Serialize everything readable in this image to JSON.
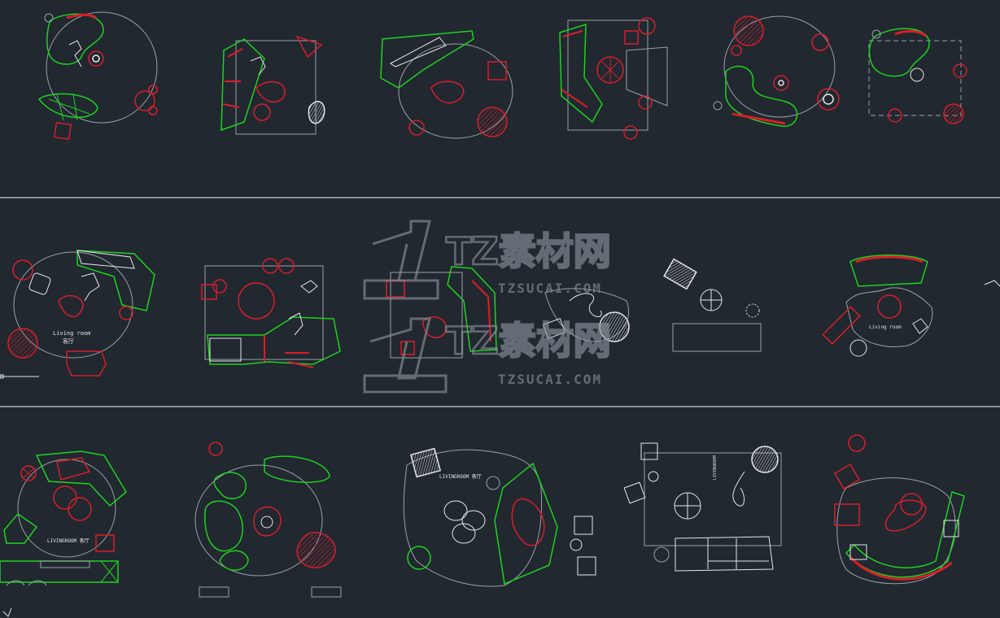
{
  "watermark": {
    "brand": "TZ素材网",
    "url": "TZSUCAI.COM"
  },
  "labels": {
    "living_room_1": "Living room",
    "living_room_1_cn": "客厅",
    "living_room_2": "Living room",
    "living_room_3": "LIVINGROOM 客厅",
    "living_room_4": "LIVINGROOM 客厅",
    "living_room_5": "LIVINGROOM"
  },
  "colors": {
    "background": "#212830",
    "line_gray": "#9aa1a8",
    "furniture_red": "#d81e2a",
    "furniture_green": "#1fd21f",
    "white": "#e6e6e6",
    "separator": "#c8ccd0",
    "watermark": "#8a9099"
  }
}
